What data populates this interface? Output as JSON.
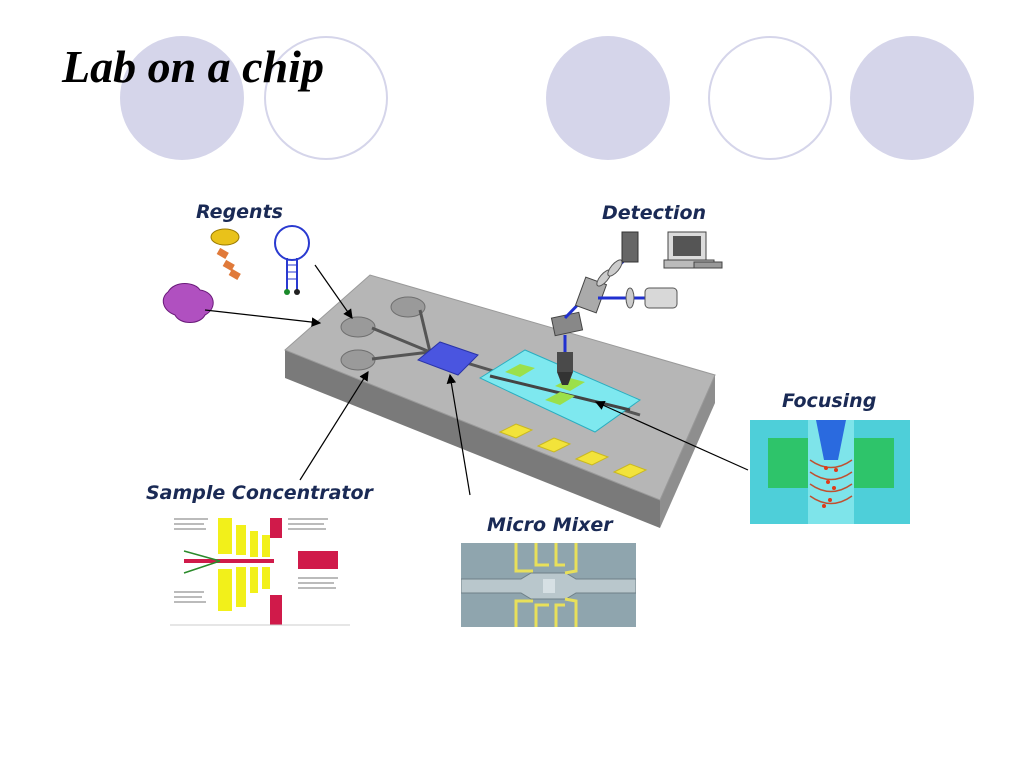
{
  "slide": {
    "title": "Lab on a chip"
  },
  "labels": {
    "regents": "Regents",
    "detection": "Detection",
    "focusing": "Focusing",
    "sample_concentrator": "Sample Concentrator",
    "micro_mixer": "Micro Mixer"
  },
  "colors": {
    "circle_fill": "#d5d5ea",
    "chip_top": "#b4b4b4",
    "channel": "#555555",
    "mixer": "#4a55e0",
    "detection_zone": "#7ee8ef",
    "electrode": "#f2e33a",
    "laser": "#2030d0",
    "label": "#1a2a55"
  }
}
